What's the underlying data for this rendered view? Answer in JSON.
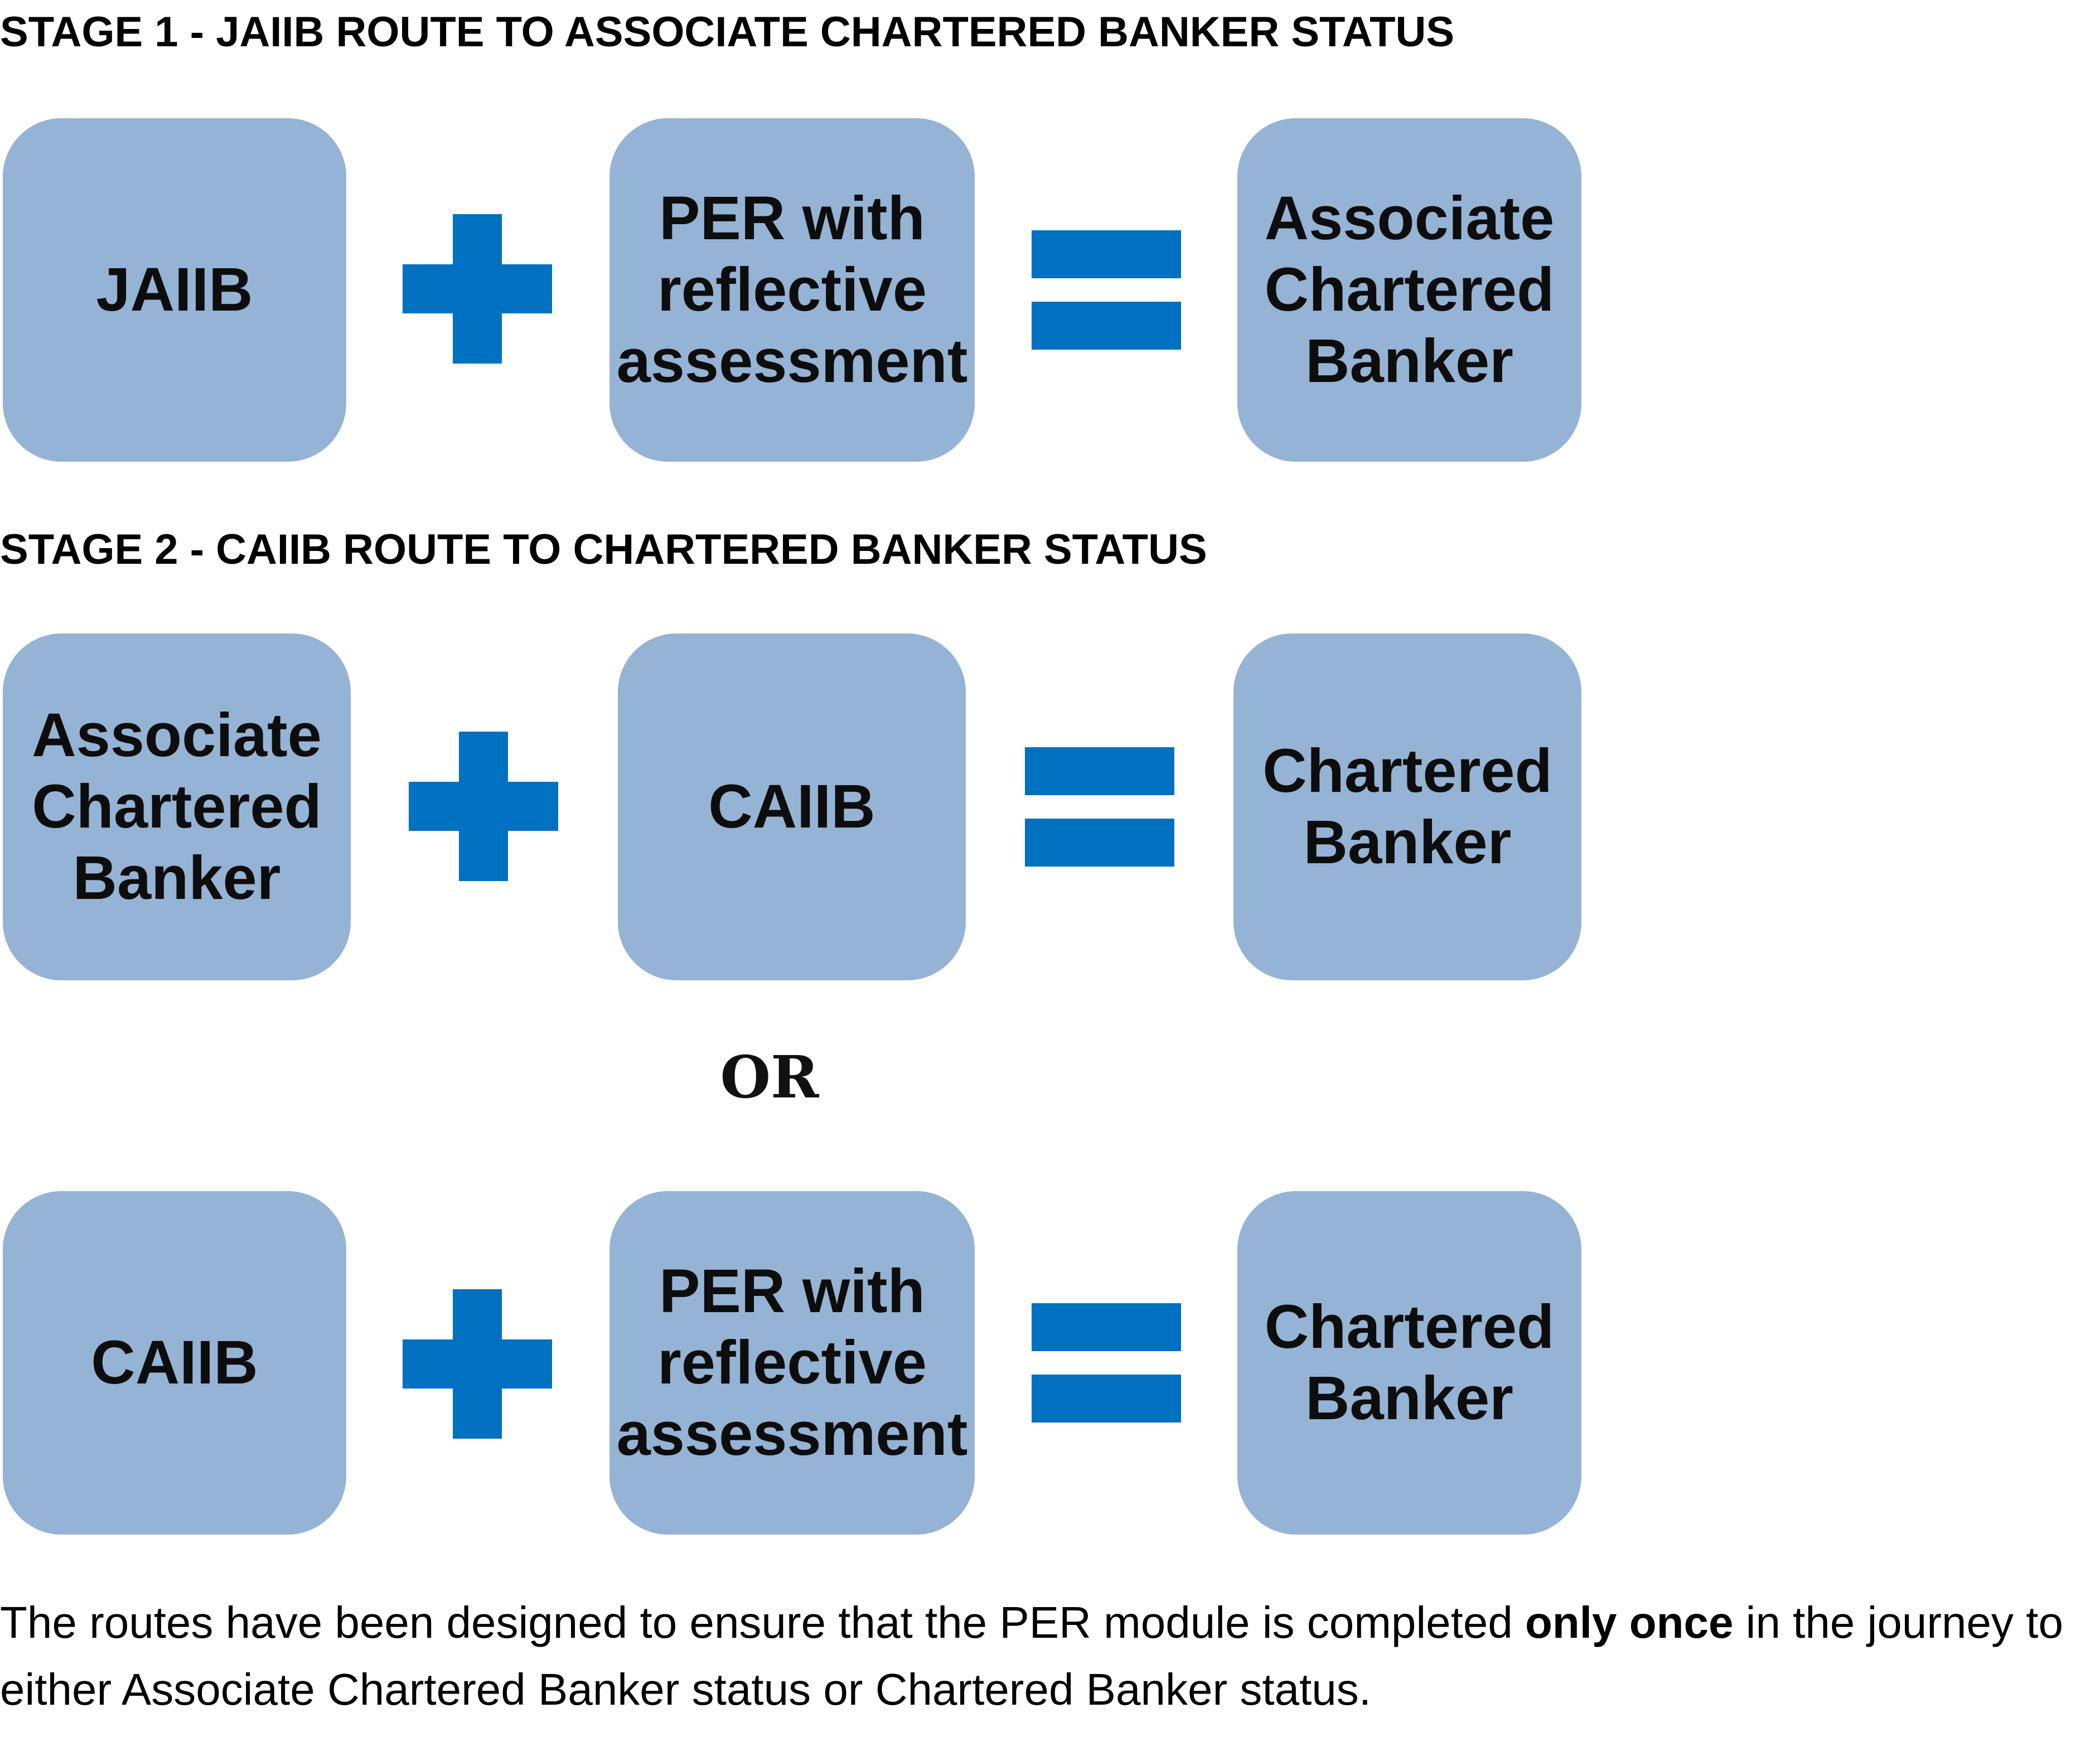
{
  "stage1": {
    "heading": "STAGE 1 - JAIIB ROUTE TO ASSOCIATE CHARTERED BANKER STATUS",
    "box_a": "JAIIB",
    "box_b": "PER with\nreflective\nassessment",
    "box_result": "Associate\nChartered\nBanker"
  },
  "stage2": {
    "heading": "STAGE 2 - CAIIB ROUTE TO CHARTERED BANKER STATUS",
    "route1": {
      "box_a": "Associate\nChartered\nBanker",
      "box_b": "CAIIB",
      "box_result": "Chartered\nBanker"
    },
    "separator": "OR",
    "route2": {
      "box_a": "CAIIB",
      "box_b": "PER with\nreflective\nassessment",
      "box_result": "Chartered\nBanker"
    }
  },
  "footer": {
    "text_before": "The routes have been designed to ensure that the PER module is completed ",
    "emphasis": "only once",
    "text_after": " in the journey to either Associate Chartered Banker status or Chartered Banker status."
  },
  "colors": {
    "box_fill": "#95B3D4",
    "operator": "#0070C0"
  },
  "icons": {
    "plus": "plus-icon",
    "equals": "equals-icon"
  }
}
